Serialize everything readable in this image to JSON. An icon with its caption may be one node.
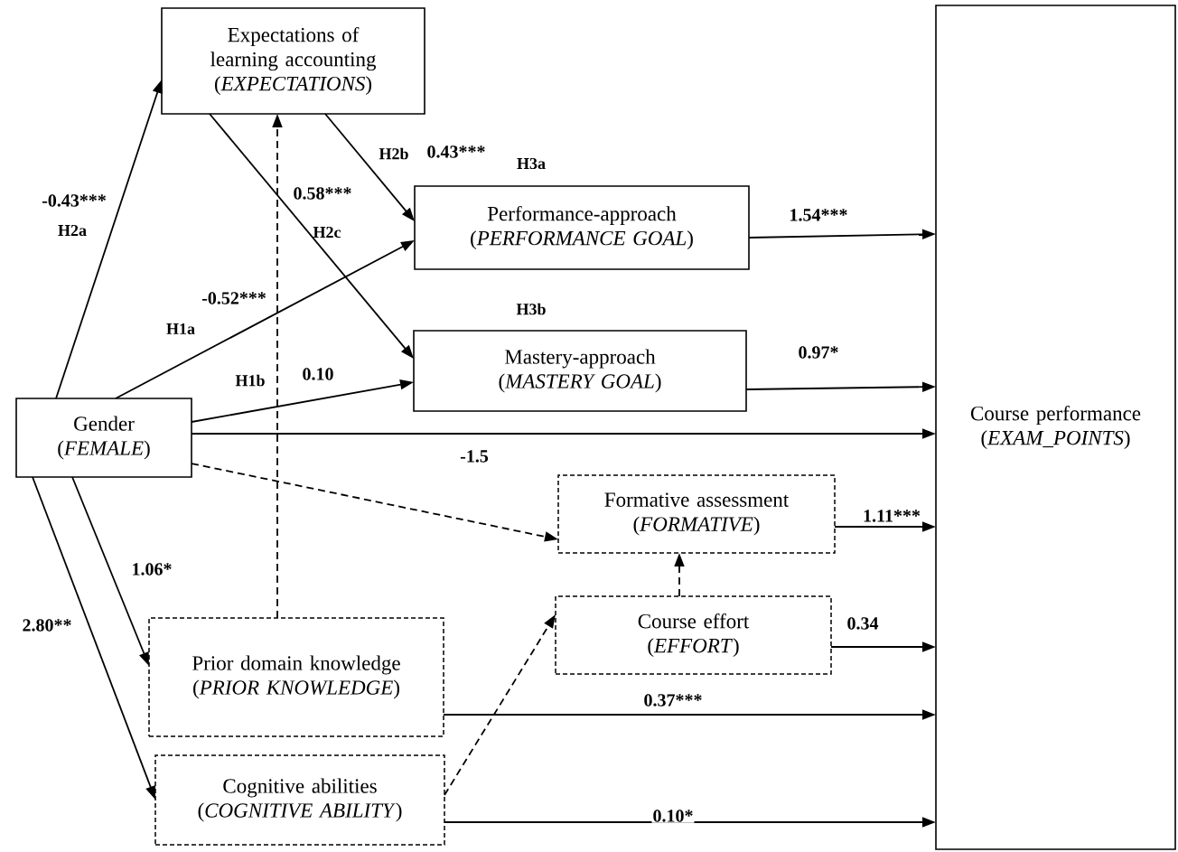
{
  "diagram": {
    "nodes": [
      {
        "text": [
          "Expectations of learning accounting (*EXPECTATIONS*)"
        ]
      },
      {
        "text": [
          "Performance-approach (*PERFORMANCE GOAL*)"
        ]
      },
      {
        "text": [
          "Mastery-approach (*MASTERY GOAL*)"
        ]
      },
      {
        "text": [
          "Gender (*FEMALE*)"
        ]
      },
      {
        "text": [
          "Course performance (*EXAM_POINTS*)"
        ]
      },
      {
        "text": [
          "Formative assessment (*FORMATIVE*)"
        ]
      },
      {
        "text": [
          "Course effort (*EFFORT*)"
        ]
      },
      {
        "text": [
          "Prior domain knowledge (*PRIOR KNOWLEDGE*)"
        ]
      },
      {
        "text": [
          "Cognitive abilities (*COGNITIVE ABILITY*)"
        ]
      }
    ],
    "edges": [
      {
        "from": 3,
        "to": 0,
        "arrow": "to",
        "label": "-0.43***"
      },
      {
        "from": 0,
        "to": 1,
        "arrow": "to",
        "label": "0.43***"
      },
      {
        "from": 0,
        "to": 2,
        "arrow": "to",
        "label": "0.58***"
      },
      {
        "from": 3,
        "to": 1,
        "arrow": "to",
        "label": "-0.52***"
      },
      {
        "from": 3,
        "to": 2,
        "arrow": "to",
        "label": "0.10"
      },
      {
        "from": 3,
        "to": 4,
        "arrow": "to",
        "label": "-1.5"
      },
      {
        "from": 3,
        "to": 5,
        "arrow": "to",
        "style": "dashed"
      },
      {
        "from": 3,
        "to": 7,
        "arrow": "to",
        "label": "1.06*"
      },
      {
        "from": 3,
        "to": 8,
        "arrow": "to",
        "label": "2.80**"
      },
      {
        "from": 7,
        "to": 0,
        "arrow": "to",
        "style": "dashed"
      },
      {
        "from": 1,
        "to": 4,
        "arrow": "to",
        "label": "1.54***"
      },
      {
        "from": 2,
        "to": 4,
        "arrow": "to",
        "label": "0.97*"
      },
      {
        "from": 5,
        "to": 4,
        "arrow": "to",
        "label": "1.11***"
      },
      {
        "from": 6,
        "to": 5,
        "arrow": "to",
        "style": "dashed"
      },
      {
        "from": 6,
        "to": 4,
        "arrow": "to",
        "label": "0.34"
      },
      {
        "from": 7,
        "to": 4,
        "arrow": "to",
        "label": "0.37***"
      },
      {
        "from": 8,
        "to": 6,
        "arrow": "to",
        "style": "dashed"
      },
      {
        "from": 8,
        "to": 4,
        "arrow": "to",
        "label": "0.10*"
      }
    ],
    "labels": [
      "H2a",
      "H2b",
      "H2c",
      "H3a",
      "H1a",
      "H3b",
      "H1b"
    ]
  }
}
